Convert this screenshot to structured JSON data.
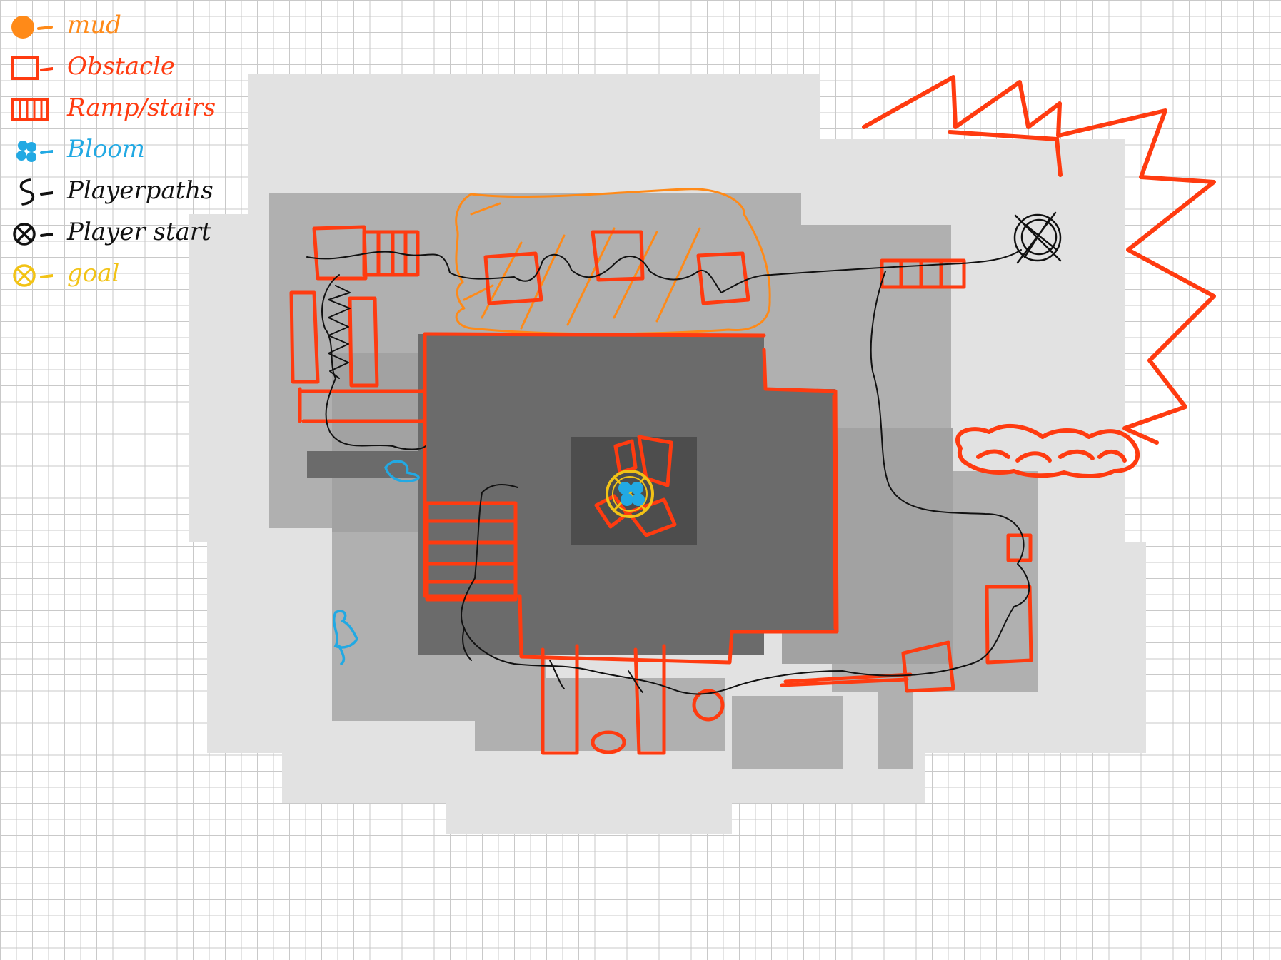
{
  "colors": {
    "zone_outer": "#e2e2e2",
    "zone_mid": "#b0b0b0",
    "zone_inner": "#a2a2a2",
    "zone_core": "#6b6b6b",
    "zone_center": "#4d4d4d",
    "obstacle": "#ff3b10",
    "mud": "#ff8a18",
    "bloom": "#22a9e3",
    "goal": "#f2c316",
    "path": "#111111"
  },
  "legend": [
    {
      "icon": "mud-dot-icon",
      "label": "mud",
      "dash": "-",
      "color": "#ff8a18"
    },
    {
      "icon": "obstacle-square-icon",
      "label": "Obstacle",
      "dash": "-",
      "color": "#ff3b10"
    },
    {
      "icon": "ramp-stairs-icon",
      "label": "Ramp/stairs",
      "dash": "-",
      "color": "#ff3b10"
    },
    {
      "icon": "bloom-flower-icon",
      "label": "Bloom",
      "dash": "-",
      "color": "#22a9e3"
    },
    {
      "icon": "player-path-squiggle-icon",
      "label": "Playerpaths",
      "dash": "-",
      "color": "#111111"
    },
    {
      "icon": "player-start-icon",
      "label": "Player start",
      "dash": "-",
      "color": "#111111"
    },
    {
      "icon": "goal-icon",
      "label": "goal",
      "dash": "-",
      "color": "#f2c316"
    }
  ]
}
